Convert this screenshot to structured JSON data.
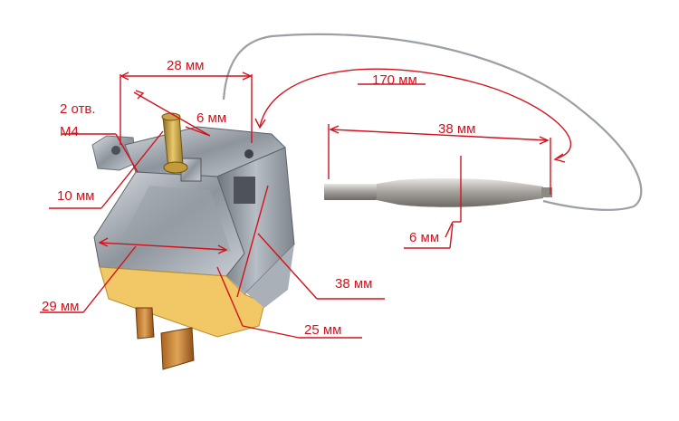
{
  "image": {
    "background": "#ffffff",
    "annotation_color": "#d3111d",
    "subject": "capillary-thermostat-photo"
  },
  "labels": {
    "top_width": "28 мм",
    "holes_line1": "2 отв.",
    "holes_line2": "М4",
    "shaft_diameter": "6 мм",
    "capillary_length": "170 мм",
    "bulb_length": "38 мм",
    "shaft_length": "10 мм",
    "bulb_diameter": "6 мм",
    "body_height": "38 мм",
    "body_width": "29 мм",
    "body_depth": "25 мм"
  }
}
